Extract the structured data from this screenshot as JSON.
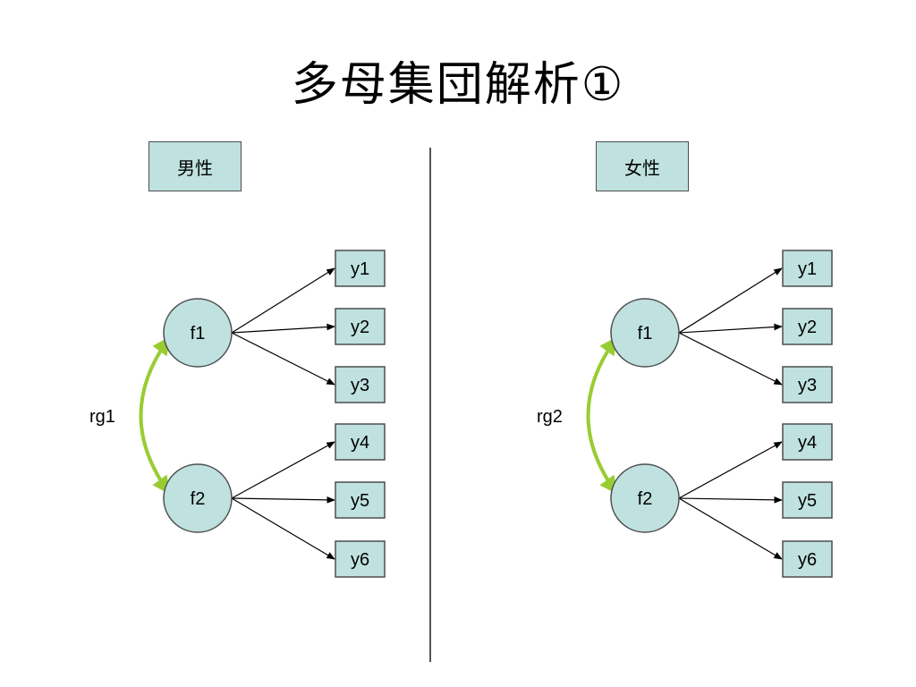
{
  "title": "多母集団解析①",
  "groups": [
    {
      "label": "男性",
      "covariance_label": "rg1",
      "factors": [
        "f1",
        "f2"
      ],
      "indicators": [
        "y1",
        "y2",
        "y3",
        "y4",
        "y5",
        "y6"
      ]
    },
    {
      "label": "女性",
      "covariance_label": "rg2",
      "factors": [
        "f1",
        "f2"
      ],
      "indicators": [
        "y1",
        "y2",
        "y3",
        "y4",
        "y5",
        "y6"
      ]
    }
  ],
  "colors": {
    "node_fill": "#bfe1e0",
    "node_stroke": "#4d4d4d",
    "covariance_arrow": "#99cc33",
    "arrow": "#000000"
  }
}
